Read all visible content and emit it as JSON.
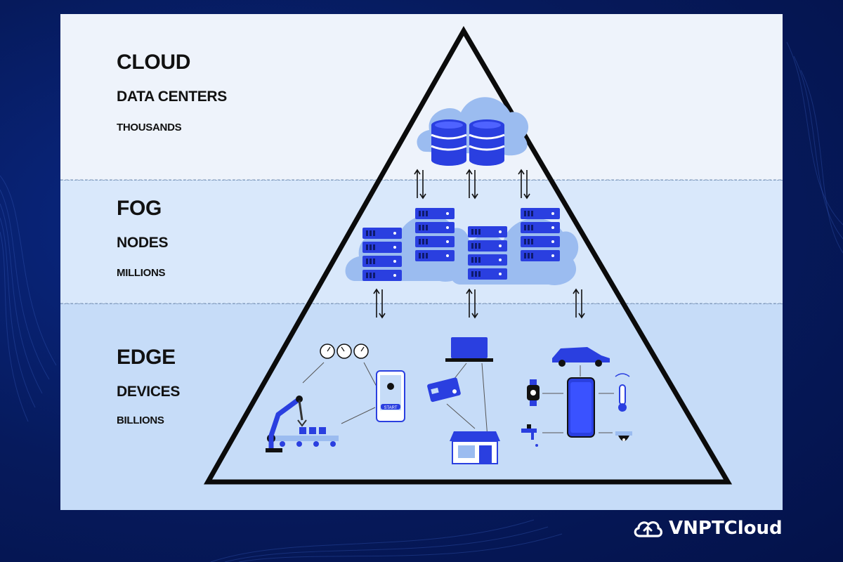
{
  "levels": {
    "cloud": {
      "title": "CLOUD",
      "subtitle": "DATA CENTERS",
      "count": "THOUSANDS"
    },
    "fog": {
      "title": "FOG",
      "subtitle": "NODES",
      "count": "MILLIONS"
    },
    "edge": {
      "title": "EDGE",
      "subtitle": "DEVICES",
      "count": "BILLIONS"
    }
  },
  "edge_devices": {
    "start_button_label": "START"
  },
  "brand": {
    "name": "VNPTCloud",
    "logo_icon": "cloud-logo-icon"
  },
  "colors": {
    "accent_blue": "#2a3fe0",
    "dark_navy": "#061a5c",
    "cloud_band": "#eef3fb",
    "fog_band": "#d9e8fb",
    "edge_band": "#c6dcf8"
  }
}
